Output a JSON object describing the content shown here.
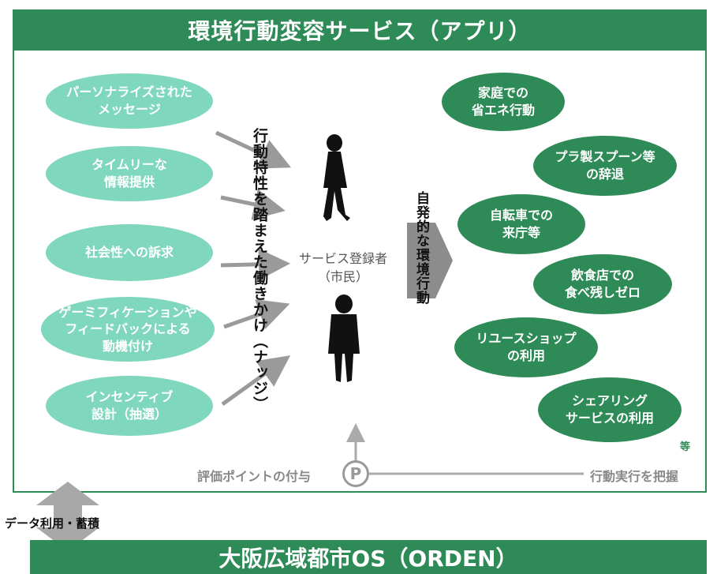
{
  "header": {
    "title": "環境行動変容サービス（アプリ）"
  },
  "left_items": [
    {
      "text": "パーソナライズされた\nメッセージ"
    },
    {
      "text": "タイムリーな\n情報提供"
    },
    {
      "text": "社会性への訴求"
    },
    {
      "text": "ゲーミフィケーションや\nフィードバックによる\n動機付け"
    },
    {
      "text": "インセンティブ\n設計（抽選）"
    }
  ],
  "nudge_label": "行動特性を踏まえた働きかけ（ナッジ）",
  "center": {
    "label": "サービス登録者\n（市民）"
  },
  "spontaneous_label": "自発的な環境行動",
  "right_items": [
    {
      "text": "家庭での\n省エネ行動"
    },
    {
      "text": "プラ製スプーン等\nの辞退"
    },
    {
      "text": "自転車での\n来庁等"
    },
    {
      "text": "飲食店での\n食べ残しゼロ"
    },
    {
      "text": "リユースショップ\nの利用"
    },
    {
      "text": "シェアリング\nサービスの利用"
    }
  ],
  "etc": "等",
  "points": {
    "symbol": "P",
    "label": "評価ポイントの付与",
    "track_label": "行動実行を把握"
  },
  "data_link": {
    "label": "データ利用・蓄積"
  },
  "footer": {
    "title": "大阪広域都市OS（ORDEN）"
  },
  "colors": {
    "primary": "#2e8b57",
    "light": "#7fd8bd",
    "gray": "#999999"
  }
}
